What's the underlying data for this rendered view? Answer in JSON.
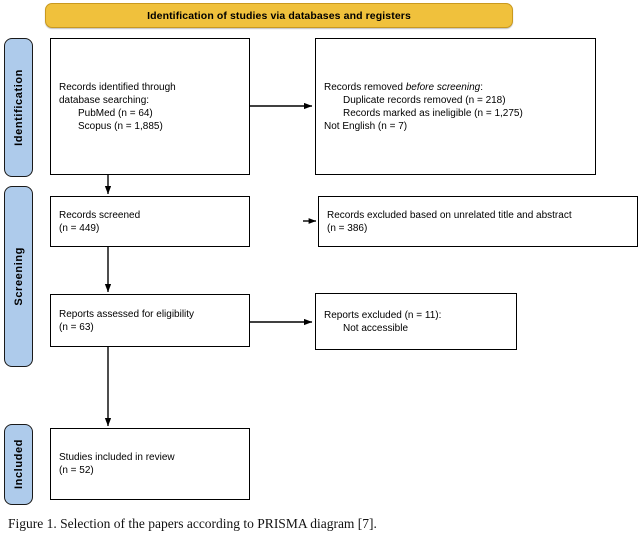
{
  "figure": {
    "banner_title": "Identification of studies via databases and registers",
    "caption": "Figure 1. Selection of the papers according to PRISMA diagram [7]."
  },
  "colors": {
    "banner_fill": "#F0C13C",
    "banner_border": "#C9991F",
    "stage_label_fill": "#AECBEB",
    "box_border": "#000000",
    "box_fill": "#FFFFFF"
  },
  "stages": [
    {
      "name": "identification",
      "label": "Identification"
    },
    {
      "name": "screening",
      "label": "Screening"
    },
    {
      "name": "included",
      "label": "Included"
    }
  ],
  "boxes": {
    "records_identified": {
      "line1": "Records identified through",
      "line2": "database searching:",
      "line3": "PubMed (n = 64)",
      "line4": "Scopus (n = 1,885)"
    },
    "records_removed": {
      "line1_a": "Records removed ",
      "line1_b": "before screening",
      "line1_c": ":",
      "line2": "Duplicate records removed (n = 218)",
      "line3": "Records marked as ineligible (n = 1,275)",
      "line4": "Not English (n = 7)"
    },
    "records_screened": {
      "line1": "Records screened",
      "line2": "(n = 449)"
    },
    "records_excluded": {
      "line1": "Records excluded based on unrelated title and abstract",
      "line2": "(n = 386)"
    },
    "reports_assessed": {
      "line1": "Reports assessed for eligibility",
      "line2": "(n = 63)"
    },
    "reports_excluded": {
      "line1": "Reports excluded (n = 11):",
      "line2": "Not accessible"
    },
    "studies_included": {
      "line1": "Studies included in review",
      "line2": "(n = 52)"
    }
  },
  "chart_data": {
    "type": "diagram",
    "title": "Identification of studies via databases and registers",
    "nodes": [
      {
        "id": "records_identified",
        "stage": "Identification",
        "text": "Records identified through database searching",
        "sources": [
          {
            "name": "PubMed",
            "n": 64
          },
          {
            "name": "Scopus",
            "n": 1885
          }
        ]
      },
      {
        "id": "records_removed",
        "stage": "Identification",
        "text": "Records removed before screening",
        "items": [
          {
            "name": "Duplicate records removed",
            "n": 218
          },
          {
            "name": "Records marked as ineligible",
            "n": 1275
          },
          {
            "name": "Not English",
            "n": 7
          }
        ]
      },
      {
        "id": "records_screened",
        "stage": "Screening",
        "text": "Records screened",
        "n": 449
      },
      {
        "id": "records_excluded",
        "stage": "Screening",
        "text": "Records excluded based on unrelated title and abstract",
        "n": 386
      },
      {
        "id": "reports_assessed",
        "stage": "Screening",
        "text": "Reports assessed for eligibility",
        "n": 63
      },
      {
        "id": "reports_excluded",
        "stage": "Screening",
        "text": "Reports excluded: Not accessible",
        "n": 11
      },
      {
        "id": "studies_included",
        "stage": "Included",
        "text": "Studies included in review",
        "n": 52
      }
    ],
    "edges": [
      {
        "from": "records_identified",
        "to": "records_removed",
        "direction": "right"
      },
      {
        "from": "records_identified",
        "to": "records_screened",
        "direction": "down"
      },
      {
        "from": "records_screened",
        "to": "records_excluded",
        "direction": "right"
      },
      {
        "from": "records_screened",
        "to": "reports_assessed",
        "direction": "down"
      },
      {
        "from": "reports_assessed",
        "to": "reports_excluded",
        "direction": "right"
      },
      {
        "from": "reports_assessed",
        "to": "studies_included",
        "direction": "down"
      }
    ]
  }
}
